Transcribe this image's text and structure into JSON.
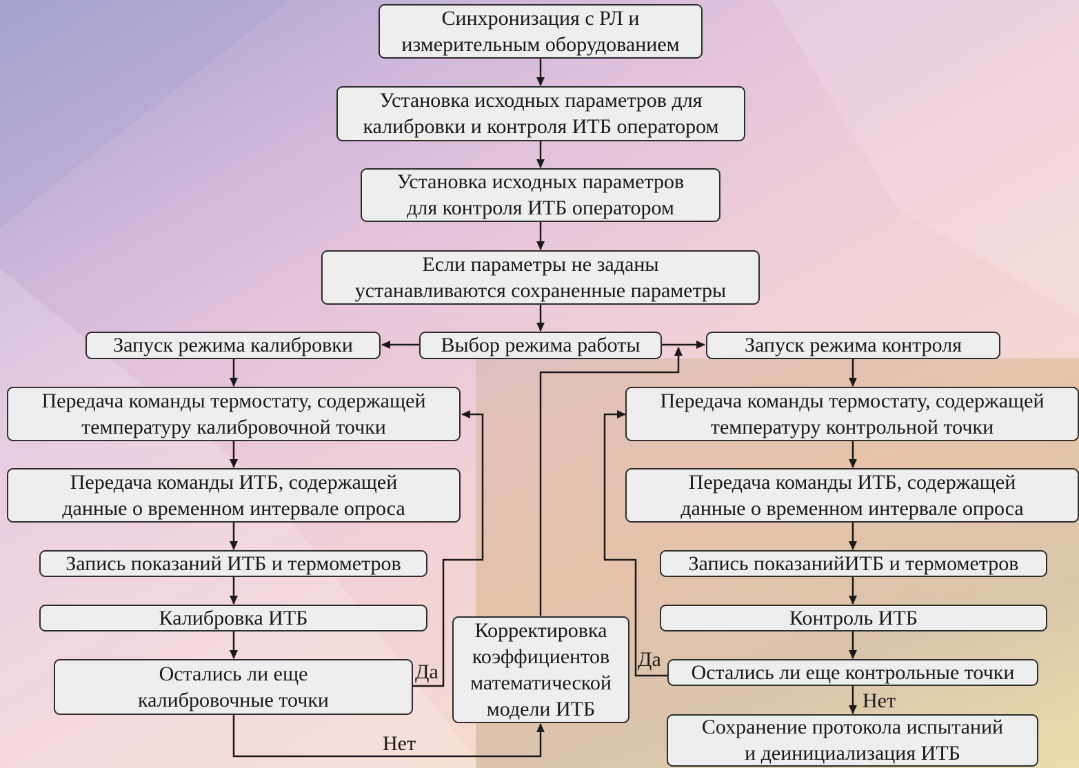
{
  "nodes": {
    "sync": "Синхронизация с РЛ и\nизмерительным оборудованием",
    "set_params_calib_ctrl": "Установка исходных параметров для\nкалибровки и контроля ИТБ оператором",
    "set_params_ctrl": "Установка исходных параметров\nдля контроля ИТБ оператором",
    "default_params": "Если параметры не заданы\nустанавливаются сохраненные параметры",
    "mode_select": "Выбор режима работы",
    "calib_start": "Запуск режима калибровки",
    "ctrl_start": "Запуск режима контроля",
    "calib_cmd_thermo": "Передача команды термостату, содержащей\nтемпературу калибровочной точки",
    "calib_cmd_itb": "Передача команды ИТБ, содержащей\nданные о временном интервале опроса",
    "calib_record": "Запись показаний ИТБ и термометров",
    "calib_itb": "Калибровка ИТБ",
    "calib_remaining": "Остались ли еще\nкалибровочные точки",
    "correction": "Корректировка\nкоэффициентов\nматематической\nмодели ИТБ",
    "ctrl_cmd_thermo": "Передача команды термостату, содержащей\nтемпературу контрольной точки",
    "ctrl_cmd_itb": "Передача команды ИТБ, содержащей\nданные о временном интервале опроса",
    "ctrl_record": "Запись показанийИТБ и термометров",
    "ctrl_itb": "Контроль ИТБ",
    "ctrl_remaining": "Остались ли еще контрольные точки",
    "save_protocol": "Сохранение протокола испытаний\nи деинициализация ИТБ"
  },
  "edge_labels": {
    "calib_yes": "Да",
    "calib_no": "Нет",
    "ctrl_yes": "Да",
    "ctrl_no": "Нет"
  },
  "colors": {
    "box_fill": "#eeeeee",
    "box_border": "#2e2e2e",
    "line": "#1a1a1a"
  }
}
